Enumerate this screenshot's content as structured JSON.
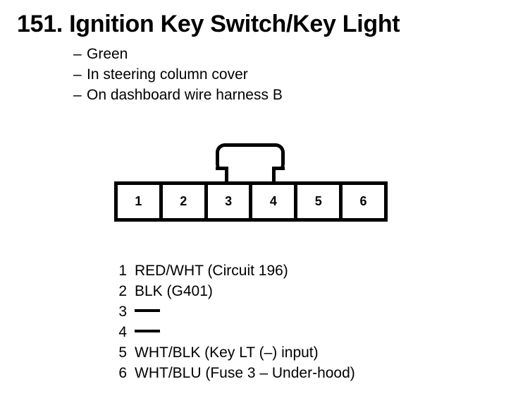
{
  "page": {
    "title": "151.  Ignition Key Switch/Key Light"
  },
  "attributes": {
    "bullet": "–",
    "items": [
      "Green",
      "In steering column cover",
      "On dashboard wire harness B"
    ]
  },
  "connector": {
    "pin_count": 6,
    "pins": [
      "1",
      "2",
      "3",
      "4",
      "5",
      "6"
    ],
    "latch_spans_pins": "3-4"
  },
  "pin_legend": [
    {
      "pin": "1",
      "description": "RED/WHT (Circuit 196)",
      "empty": false
    },
    {
      "pin": "2",
      "description": "BLK (G401)",
      "empty": false
    },
    {
      "pin": "3",
      "description": "",
      "empty": true
    },
    {
      "pin": "4",
      "description": "",
      "empty": true
    },
    {
      "pin": "5",
      "description": "WHT/BLK (Key LT (–) input)",
      "empty": false
    },
    {
      "pin": "6",
      "description": "WHT/BLU (Fuse 3 – Under-hood)",
      "empty": false
    }
  ],
  "colors": {
    "background": "#ffffff",
    "ink": "#000000"
  }
}
